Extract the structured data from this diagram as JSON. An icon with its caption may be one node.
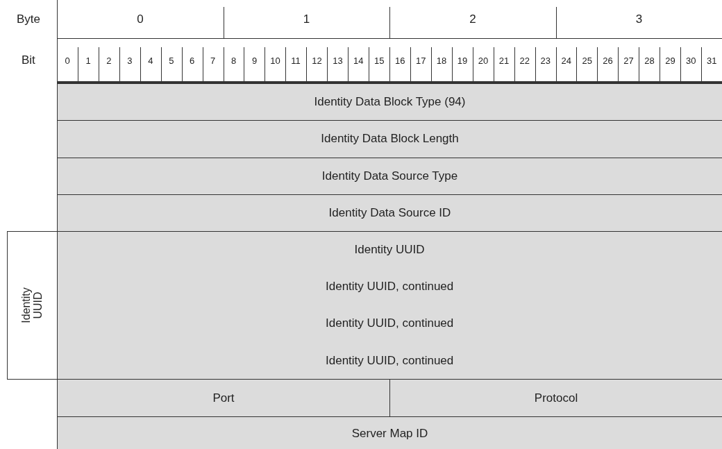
{
  "diagram": {
    "labels": [
      "Byte",
      "0",
      "1",
      "2",
      "3",
      "Bit",
      "0",
      "1",
      "2",
      "3",
      "4",
      "5",
      "6",
      "7",
      "8",
      "9",
      "10",
      "11",
      "12",
      "13",
      "14",
      "15",
      "16",
      "17",
      "18",
      "19",
      "20",
      "21",
      "22",
      "23",
      "24",
      "25",
      "26",
      "27",
      "28",
      "29",
      "30",
      "31",
      "Identity Data Block Type (94)",
      "Identity Data Block Length",
      "Identity Data Source Type",
      "Identity Data Source ID",
      "Identity UUID",
      "Identity UUID",
      "Identity UUID, continued",
      "Identity UUID, continued",
      "Identity UUID, continued",
      "Port",
      "Protocol",
      "Server Map ID"
    ]
  }
}
